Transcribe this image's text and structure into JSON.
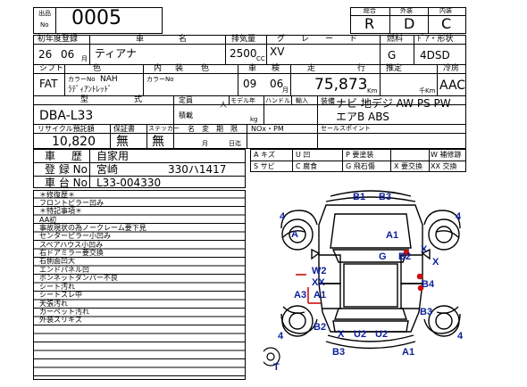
{
  "header": {
    "lot_label_1": "出品",
    "lot_label_2": "No",
    "lot_number": "0005",
    "grade_labels": [
      "総合",
      "外装",
      "内装"
    ],
    "grade_values": [
      "R",
      "D",
      "C"
    ]
  },
  "row1": {
    "labels": [
      "初年度登録",
      "車",
      "名",
      "排気量",
      "グ",
      "レ",
      "ー",
      "ド",
      "燃料",
      "ﾄﾞｱ・形状"
    ],
    "year": "26",
    "month": "06",
    "month_unit": "月",
    "car_name": "ティアナ",
    "displacement": "2500",
    "cc_unit": "CC",
    "grade": "XV",
    "fuel": "G",
    "door_shape": "4DSD"
  },
  "row2": {
    "labels": [
      "シフト",
      "色",
      "内",
      "装",
      "色",
      "車",
      "検",
      "走",
      "行",
      "推定",
      "冷房"
    ],
    "shift": "FAT",
    "color_no_label": "カラーNo",
    "color_code": "NAH",
    "color_name": "ﾗﾃﾞｨｱﾝﾄﾚｯﾄﾞ",
    "interior_label": "カラーNo",
    "inspection_year": "09",
    "inspection_month": "06",
    "inspection_unit": "月",
    "mileage": "75,873",
    "km_unit": "Km",
    "estimate_unit": "千Km",
    "aircon": "AAC"
  },
  "row3": {
    "labels": [
      "型",
      "式",
      "定員",
      "人",
      "モデル年",
      "ハンドル",
      "輸入",
      "積載",
      "kg",
      "装備"
    ],
    "model": "DBA-L33",
    "equipment_label": "装\n備",
    "equipment_1": "ナビ 地デジ AW PS PW",
    "equipment_2": "エアB ABS"
  },
  "row4": {
    "labels": [
      "リサイクル預託額",
      "保証書",
      "ステッカー",
      "名",
      "変",
      "期",
      "限",
      "NOx・PM",
      "セールスポイント"
    ],
    "recycle": "10,820",
    "warranty": "無",
    "sticker": "無",
    "day_labels": [
      "月",
      "日迄"
    ]
  },
  "row5": {
    "usage_label": "車",
    "usage_label2": "歴",
    "usage": "自家用",
    "reg_label": "登 録 No",
    "reg_value": "宮崎",
    "reg_value2": "330ハ1417",
    "vin_label": "車 台 No",
    "vin": "L33-004330"
  },
  "legend": [
    [
      "A キズ",
      "U 凹",
      "P 要塗装",
      "W 補修跡"
    ],
    [
      "S サビ",
      "C 腐食",
      "G 飛石傷",
      "X 要交換",
      "XX 交換"
    ]
  ],
  "notes": {
    "title1": "＊修復歴＊",
    "line1": "フロントピラー凹み",
    "title2": "＊特記事項＊",
    "items": [
      "AA初",
      "事故現状の為ノークレーム要下見",
      "センターピラー小凹み",
      "スペアハウス小凹み",
      "右ドアミラー要交換",
      "右側面凹大",
      "エンドパネル凹",
      "ボンネットダンパー不良",
      "シート汚れ",
      "シートスレ中",
      "天張汚れ",
      "カーペット汚れ",
      "外装スリキズ"
    ]
  },
  "diagram": {
    "marks": [
      "B1",
      "B3",
      "4",
      "4",
      "A",
      "A1",
      "X",
      "G",
      "B2",
      "X",
      "W2",
      "XX",
      "A3",
      "A1",
      "B4",
      "B3",
      "B2",
      "X",
      "U2",
      "U2",
      "4",
      "4",
      "B3",
      "A1",
      "T"
    ]
  }
}
